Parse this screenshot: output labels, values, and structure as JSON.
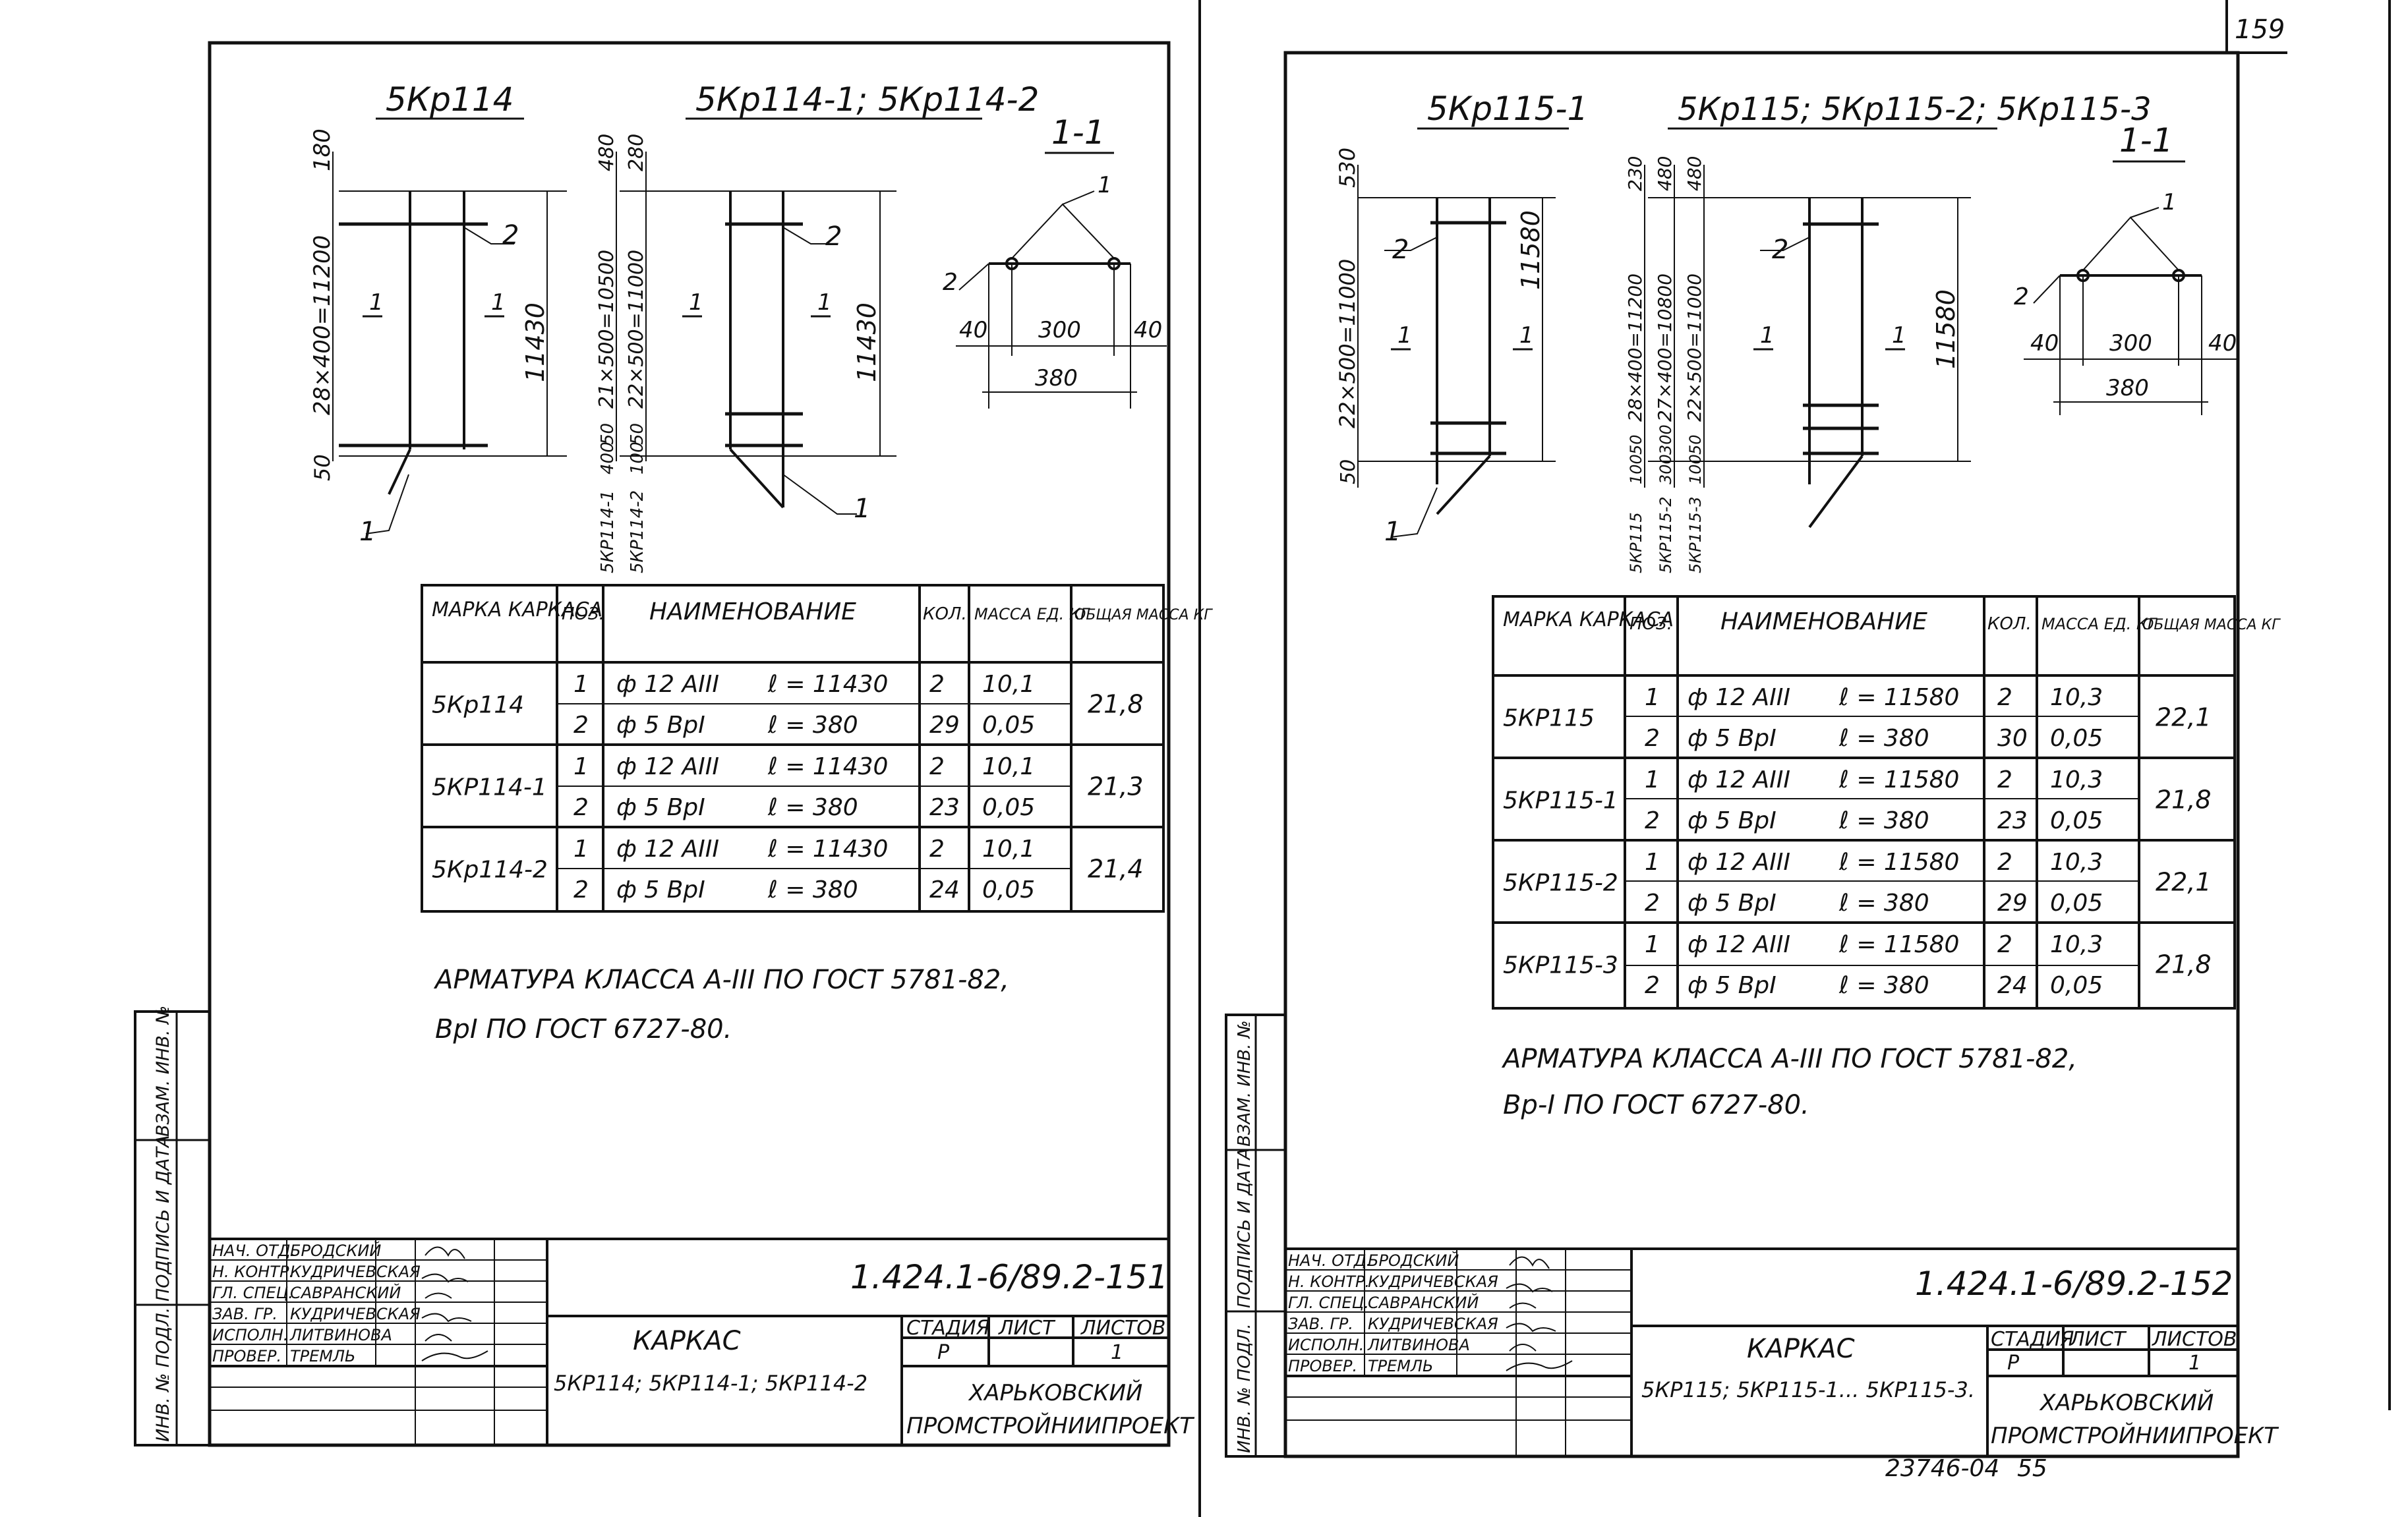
{
  "page_number": "159",
  "archive_number": "23746-04",
  "archive_page": "55",
  "sheets": [
    {
      "titles": {
        "left": "5Кр114",
        "right": "5Кр114-1; 5Кр114-2",
        "section": "1-1"
      },
      "dims": {
        "left_top": "180",
        "left_spacing": "28×400=11200",
        "left_bottom": "50",
        "mid_top1": "480",
        "mid_top2": "280",
        "mid_spacing1": "21×500=10500",
        "mid_spacing2": "22×500=11000",
        "mid_b1": "50",
        "mid_b2": "400",
        "mid_b3": "50",
        "mid_b4": "100",
        "mid_label1": "5КР114-1",
        "mid_label2": "5КР114-2",
        "length": "11430",
        "sec_left": "40",
        "sec_mid": "300",
        "sec_right": "40",
        "sec_total": "380"
      },
      "pos1": "1",
      "pos2": "2",
      "cut": "1",
      "table": {
        "headers": [
          "МАРКА КАРКАСА",
          "ПОЗ.",
          "НАИМЕНОВАНИЕ",
          "КОЛ.",
          "МАССА ЕД. КГ",
          "ОБЩАЯ МАССА КГ"
        ],
        "groups": [
          {
            "mark": "5Кр114",
            "total": "21,8",
            "rows": [
              {
                "pos": "1",
                "name": "ф 12 АIII",
                "len": "ℓ = 11430",
                "qty": "2",
                "mass": "10,1"
              },
              {
                "pos": "2",
                "name": "ф 5 ВрI",
                "len": "ℓ = 380",
                "qty": "29",
                "mass": "0,05"
              }
            ]
          },
          {
            "mark": "5КР114-1",
            "total": "21,3",
            "rows": [
              {
                "pos": "1",
                "name": "ф 12 АIII",
                "len": "ℓ = 11430",
                "qty": "2",
                "mass": "10,1"
              },
              {
                "pos": "2",
                "name": "ф 5 ВрI",
                "len": "ℓ = 380",
                "qty": "23",
                "mass": "0,05"
              }
            ]
          },
          {
            "mark": "5Кр114-2",
            "total": "21,4",
            "rows": [
              {
                "pos": "1",
                "name": "ф 12 АIII",
                "len": "ℓ = 11430",
                "qty": "2",
                "mass": "10,1"
              },
              {
                "pos": "2",
                "name": "ф 5 ВрI",
                "len": "ℓ = 380",
                "qty": "24",
                "mass": "0,05"
              }
            ]
          }
        ]
      },
      "note1": "АРМАТУРА КЛАССА А-III ПО ГОСТ 5781-82,",
      "note2": "ВрI  ПО  ГОСТ 6727-80.",
      "side": {
        "a": "ВЗАМ. ИНВ. №",
        "b": "ПОДПИСЬ И ДАТА",
        "c": "ИНВ. № ПОДЛ."
      },
      "stamp": {
        "roles": [
          "НАЧ. ОТД.",
          "Н. КОНТР.",
          "ГЛ. СПЕЦ.",
          "ЗАВ. ГР.",
          "ИСПОЛН.",
          "ПРОВЕР."
        ],
        "names": [
          "БРОДСКИЙ",
          "КУДРИЧЕВСКАЯ",
          "САВРАНСКИЙ",
          "КУДРИЧЕВСКАЯ",
          "ЛИТВИНОВА",
          "ТРЕМЛЬ"
        ],
        "code": "1.424.1-6/89.2-151",
        "title": "КАРКАС",
        "subtitle": "5КР114; 5КР114-1; 5КР114-2",
        "stage_h": "СТАДИЯ",
        "sheet_h": "ЛИСТ",
        "sheets_h": "ЛИСТОВ",
        "stage": "Р",
        "sheets": "1",
        "org1": "ХАРЬКОВСКИЙ",
        "org2": "ПРОМСТРОЙНИИПРОЕКТ"
      }
    },
    {
      "titles": {
        "left": "5Кр115-1",
        "right": "5Кр115; 5Кр115-2; 5Кр115-3",
        "section": "1-1"
      },
      "dims": {
        "left_top": "530",
        "left_spacing": "22×500=11000",
        "left_bottom": "50",
        "mid_top1": "230",
        "mid_top2": "480",
        "mid_top3": "480",
        "mid_spacing1": "28×400=11200",
        "mid_spacing2": "27×400=10800",
        "mid_spacing3": "22×500=11000",
        "mid_b1": "50",
        "mid_b2": "100",
        "mid_b3": "300",
        "mid_b4": "300",
        "mid_b5": "50",
        "mid_b6": "100",
        "mid_label1": "5КР115",
        "mid_label2": "5КР115-2",
        "mid_label3": "5КР115-3",
        "length": "11580",
        "sec_left": "40",
        "sec_mid": "300",
        "sec_right": "40",
        "sec_total": "380"
      },
      "pos1": "1",
      "pos2": "2",
      "cut": "1",
      "table": {
        "headers": [
          "МАРКА КАРКАСА",
          "ПОЗ.",
          "НАИМЕНОВАНИЕ",
          "КОЛ.",
          "МАССА ЕД. КГ",
          "ОБЩАЯ МАССА КГ"
        ],
        "groups": [
          {
            "mark": "5КР115",
            "total": "22,1",
            "rows": [
              {
                "pos": "1",
                "name": "ф 12 АIII",
                "len": "ℓ = 11580",
                "qty": "2",
                "mass": "10,3"
              },
              {
                "pos": "2",
                "name": "ф 5 ВрI",
                "len": "ℓ = 380",
                "qty": "30",
                "mass": "0,05"
              }
            ]
          },
          {
            "mark": "5КР115-1",
            "total": "21,8",
            "rows": [
              {
                "pos": "1",
                "name": "ф 12 АIII",
                "len": "ℓ = 11580",
                "qty": "2",
                "mass": "10,3"
              },
              {
                "pos": "2",
                "name": "ф 5 ВрI",
                "len": "ℓ = 380",
                "qty": "23",
                "mass": "0,05"
              }
            ]
          },
          {
            "mark": "5КР115-2",
            "total": "22,1",
            "rows": [
              {
                "pos": "1",
                "name": "ф 12 АIII",
                "len": "ℓ = 11580",
                "qty": "2",
                "mass": "10,3"
              },
              {
                "pos": "2",
                "name": "ф 5 ВрI",
                "len": "ℓ = 380",
                "qty": "29",
                "mass": "0,05"
              }
            ]
          },
          {
            "mark": "5КР115-3",
            "total": "21,8",
            "rows": [
              {
                "pos": "1",
                "name": "ф 12 АIII",
                "len": "ℓ = 11580",
                "qty": "2",
                "mass": "10,3"
              },
              {
                "pos": "2",
                "name": "ф 5 ВрI",
                "len": "ℓ = 380",
                "qty": "24",
                "mass": "0,05"
              }
            ]
          }
        ]
      },
      "note1": "АРМАТУРА КЛАССА А-III ПО ГОСТ 5781-82,",
      "note2": "Вр-I  ПО  ГОСТ 6727-80.",
      "side": {
        "a": "ВЗАМ. ИНВ. №",
        "b": "ПОДПИСЬ И ДАТА",
        "c": "ИНВ. № ПОДЛ."
      },
      "stamp": {
        "roles": [
          "НАЧ. ОТД.",
          "Н. КОНТР.",
          "ГЛ. СПЕЦ.",
          "ЗАВ. ГР.",
          "ИСПОЛН.",
          "ПРОВЕР."
        ],
        "names": [
          "БРОДСКИЙ",
          "КУДРИЧЕВСКАЯ",
          "САВРАНСКИЙ",
          "КУДРИЧЕВСКАЯ",
          "ЛИТВИНОВА",
          "ТРЕМЛЬ"
        ],
        "code": "1.424.1-6/89.2-152",
        "title": "КАРКАС",
        "subtitle": "5КР115; 5КР115-1... 5КР115-3.",
        "stage_h": "СТАДИЯ",
        "sheet_h": "ЛИСТ",
        "sheets_h": "ЛИСТОВ",
        "stage": "Р",
        "sheets": "1",
        "org1": "ХАРЬКОВСКИЙ",
        "org2": "ПРОМСТРОЙНИИПРОЕКТ"
      }
    }
  ]
}
